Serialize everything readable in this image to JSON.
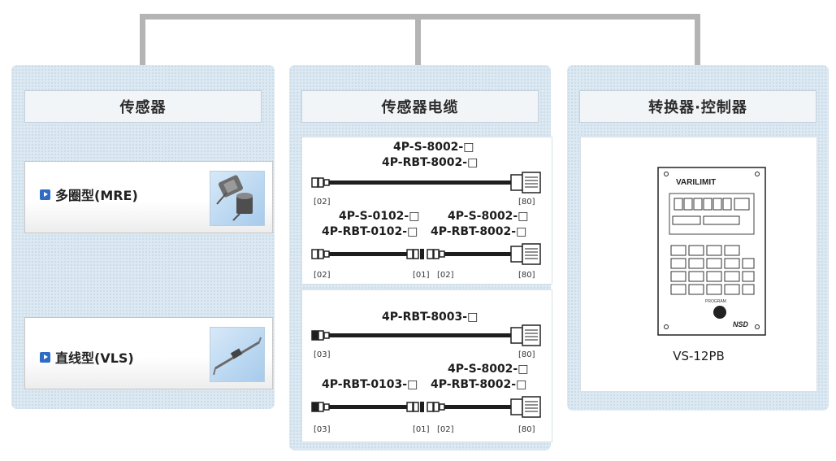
{
  "panels": {
    "sensor": {
      "title": "传感器",
      "items": [
        {
          "label": "多圈型(MRE)",
          "icon": "rotary-sensor-photo"
        },
        {
          "label": "直线型(VLS)",
          "icon": "linear-sensor-photo"
        }
      ]
    },
    "cable": {
      "title": "传感器电缆",
      "sets": [
        {
          "single": {
            "labels": [
              "4P-S-8002-□",
              "4P-RBT-8002-□"
            ],
            "end_left": "[02]",
            "end_right": "[80]"
          },
          "pair": {
            "left": {
              "labels": [
                "4P-S-0102-□",
                "4P-RBT-0102-□"
              ],
              "end_left": "[02]",
              "end_right": "[01]"
            },
            "right": {
              "labels": [
                "4P-S-8002-□",
                "4P-RBT-8002-□"
              ],
              "end_left": "[02]",
              "end_right": "[80]"
            }
          }
        },
        {
          "single": {
            "labels": [
              "4P-RBT-8003-□"
            ],
            "end_left": "[03]",
            "end_right": "[80]"
          },
          "pair": {
            "left": {
              "labels": [
                "4P-RBT-0103-□"
              ],
              "end_left": "[03]",
              "end_right": "[01]"
            },
            "right": {
              "labels": [
                "4P-S-8002-□",
                "4P-RBT-8002-□"
              ],
              "end_left": "[02]",
              "end_right": "[80]"
            }
          }
        }
      ]
    },
    "controller": {
      "title": "转换器·控制器",
      "device_brand": "VARILIMIT",
      "device_button": "PROGRAM",
      "device_logo": "NSD",
      "model": "VS-12PB"
    }
  },
  "colors": {
    "connector": "#b4b4b4",
    "panel": "#dde9f2",
    "icon_accent": "#2e6cc5"
  }
}
